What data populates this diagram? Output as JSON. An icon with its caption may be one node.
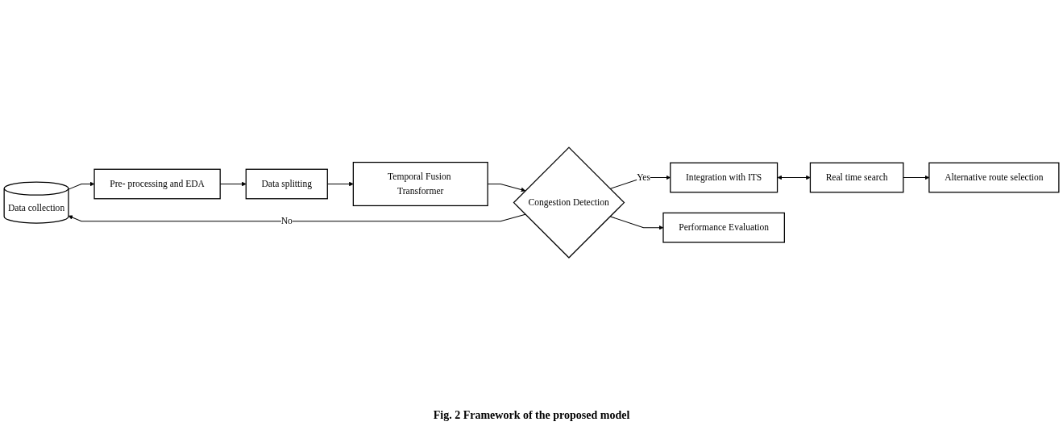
{
  "diagram": {
    "caption": "Fig. 2 Framework of the proposed model",
    "nodes": [
      {
        "text": [
          "Data collection"
        ]
      },
      {
        "text": [
          "Pre- processing and EDA"
        ]
      },
      {
        "text": [
          "Data splitting"
        ]
      },
      {
        "text": [
          "Temporal Fusion Transformer"
        ]
      },
      {
        "text": [
          "Congestion Detection"
        ]
      },
      {
        "text": [
          "Integration with ITS"
        ]
      },
      {
        "text": [
          "Performance Evaluation"
        ]
      },
      {
        "text": [
          "Real time search"
        ]
      },
      {
        "text": [
          "Alternative route selection"
        ]
      }
    ],
    "edges": [
      {
        "from": 0,
        "to": 1,
        "arrow": "to"
      },
      {
        "from": 1,
        "to": 2,
        "arrow": "to"
      },
      {
        "from": 2,
        "to": 3,
        "arrow": "to"
      },
      {
        "from": 3,
        "to": 4,
        "arrow": "to"
      },
      {
        "from": 4,
        "to": 0,
        "arrow": "to",
        "label": "No"
      },
      {
        "from": 4,
        "to": 5,
        "arrow": "to",
        "label": "Yes"
      },
      {
        "from": 4,
        "to": 6,
        "arrow": "to"
      },
      {
        "from": 5,
        "to": 7,
        "arrow": "both"
      },
      {
        "from": 7,
        "to": 8,
        "arrow": "to"
      }
    ]
  }
}
